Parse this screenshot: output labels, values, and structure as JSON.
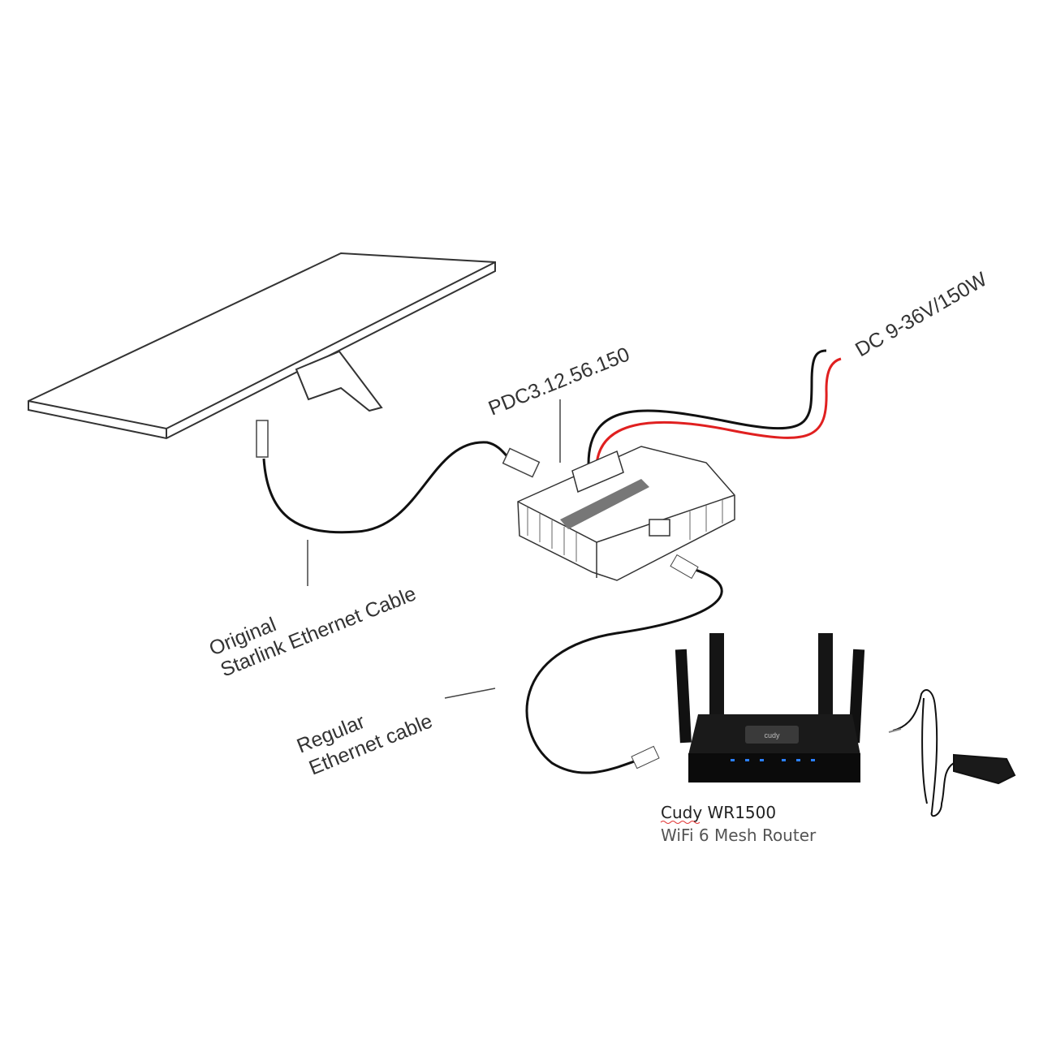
{
  "labels": {
    "power_converter_model": "PDC3.12.56.150",
    "power_input": "DC 9-36V/150W",
    "starlink_cable_line1": "Original",
    "starlink_cable_line2": "Starlink Ethernet Cable",
    "regular_cable_line1": "Regular",
    "regular_cable_line2": "Ethernet cable",
    "router_name": "Cudy WR1500",
    "router_description": "WiFi 6 Mesh Router",
    "router_logo": "cudy"
  },
  "colors": {
    "positive_wire": "#e02020",
    "negative_wire": "#111111",
    "router_led": "#2a7fff"
  }
}
